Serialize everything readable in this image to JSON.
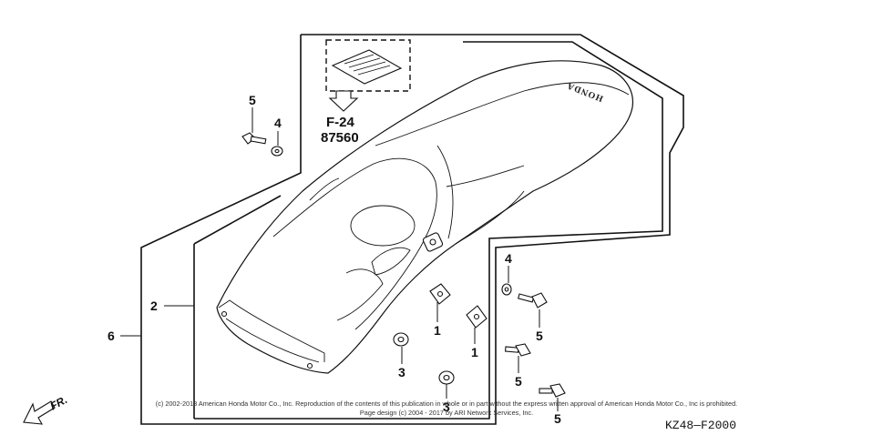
{
  "diagram": {
    "brand_mark": "HONDA",
    "reference": {
      "section": "F-24",
      "part_number": "87560"
    },
    "diagram_code": "KZ48—F2000",
    "direction": {
      "label": "FR.",
      "icon": "front-direction-arrow-icon"
    },
    "callouts": [
      {
        "id": "c1a",
        "label": "1"
      },
      {
        "id": "c1b",
        "label": "1"
      },
      {
        "id": "c2",
        "label": "2"
      },
      {
        "id": "c3a",
        "label": "3"
      },
      {
        "id": "c3b",
        "label": "3"
      },
      {
        "id": "c4a",
        "label": "4"
      },
      {
        "id": "c4b",
        "label": "4"
      },
      {
        "id": "c5a",
        "label": "5"
      },
      {
        "id": "c5b",
        "label": "5"
      },
      {
        "id": "c5c",
        "label": "5"
      },
      {
        "id": "c5d",
        "label": "5"
      },
      {
        "id": "c6",
        "label": "6"
      }
    ],
    "copyright_line_1": "(c) 2002-2013 American Honda Motor Co., Inc. Reproduction of the contents of this publication in whole or in part without the express written approval of American Honda Motor Co., Inc is prohibited.",
    "copyright_line_2": "Page design (c) 2004 - 2017 by ARI Network Services, Inc."
  }
}
